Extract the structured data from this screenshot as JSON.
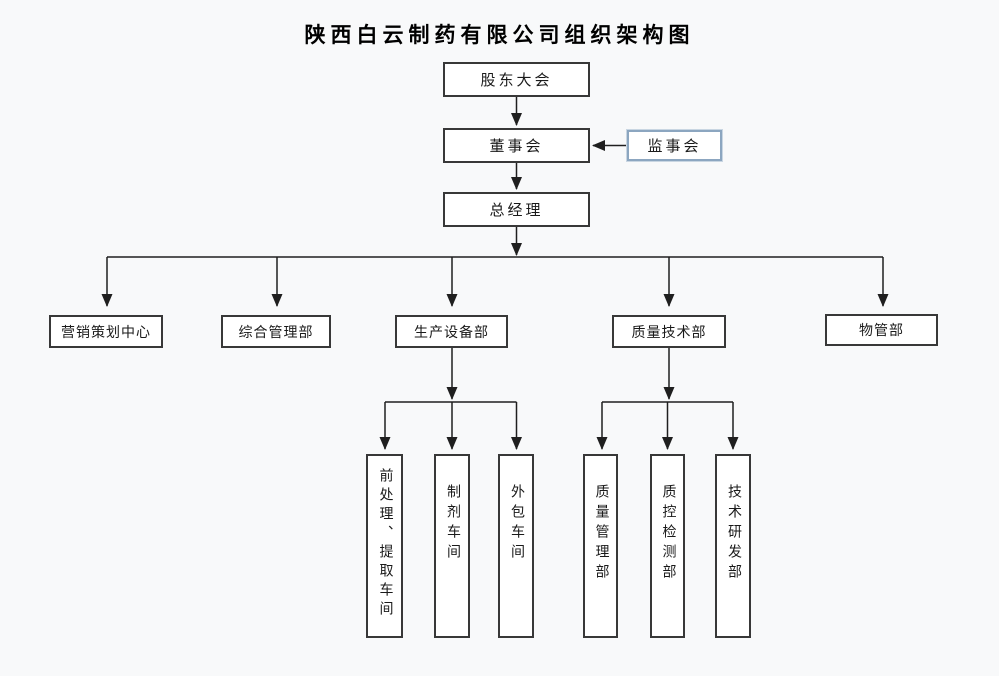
{
  "title": "陕西白云制药有限公司组织架构图",
  "nodes": {
    "shareholders": "股东大会",
    "board": "董事会",
    "supervisory": "监事会",
    "general_manager": "总经理"
  },
  "departments": [
    {
      "label": "营销策划中心"
    },
    {
      "label": "综合管理部"
    },
    {
      "label": "生产设备部"
    },
    {
      "label": "质量技术部"
    },
    {
      "label": "物管部"
    }
  ],
  "production_workshops": [
    {
      "label": "前处理、提取车间"
    },
    {
      "label": "制剂车间"
    },
    {
      "label": "外包车间"
    }
  ],
  "quality_sections": [
    {
      "label": "质量管理部"
    },
    {
      "label": "质控检测部"
    },
    {
      "label": "技术研发部"
    }
  ],
  "colors": {
    "background": "#f8f9fa",
    "box_border": "#383838",
    "supervisory_border": "#8ca6c0",
    "connector_line": "#1f1f1f",
    "text": "#1a1a1a"
  }
}
